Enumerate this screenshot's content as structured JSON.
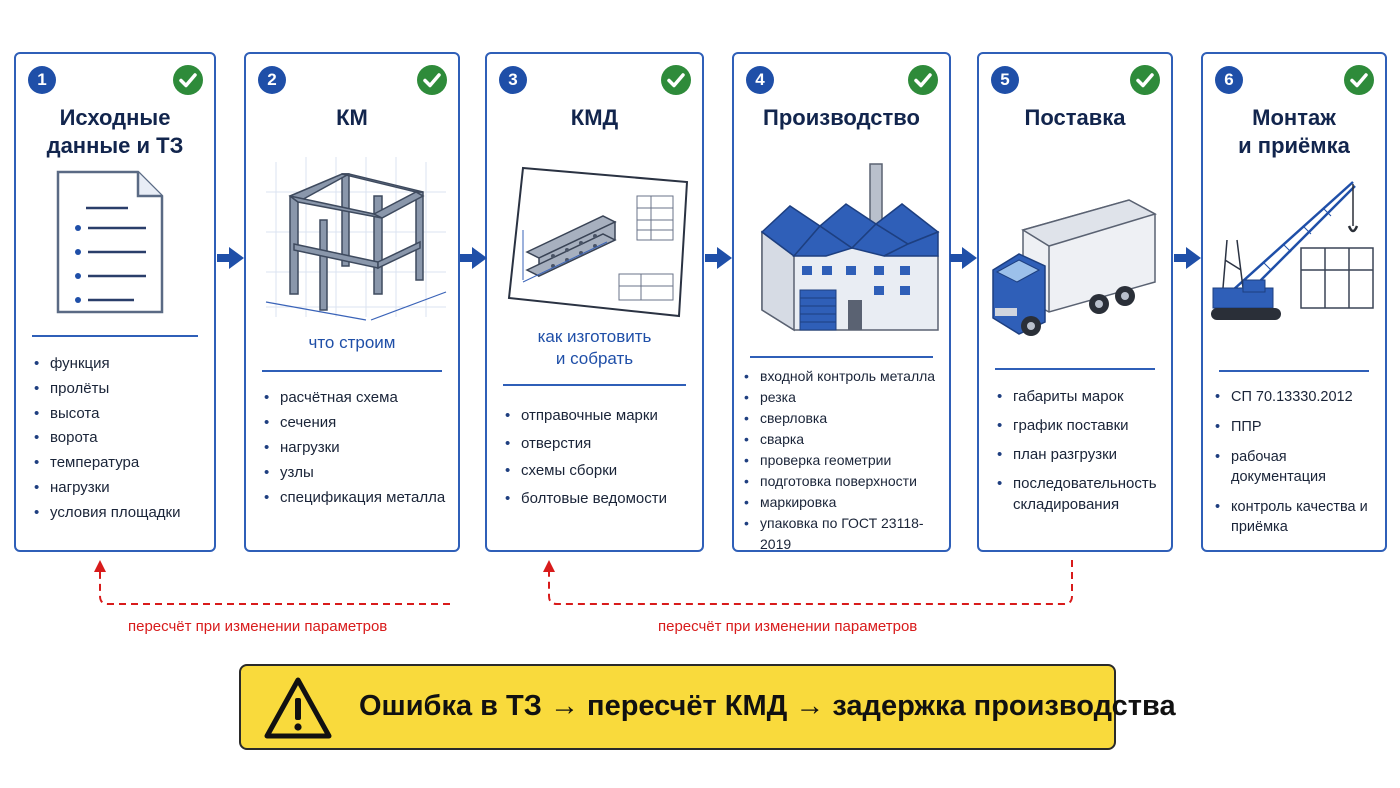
{
  "steps": [
    {
      "num": "1",
      "title_lines": [
        "Исходные",
        "данные и ТЗ"
      ],
      "subtitle": "",
      "items": [
        "функция",
        "пролёты",
        "высота",
        "ворота",
        "температура",
        "нагрузки",
        "условия площадки"
      ]
    },
    {
      "num": "2",
      "title_lines": [
        "КМ"
      ],
      "subtitle": "что строим",
      "items": [
        "расчётная схема",
        "сечения",
        "нагрузки",
        "узлы",
        "спецификация металла"
      ]
    },
    {
      "num": "3",
      "title_lines": [
        "КМД"
      ],
      "subtitle": "как изготовить и собрать",
      "subtitle_lines": [
        "как изготовить",
        "и собрать"
      ],
      "items": [
        "отправочные марки",
        "отверстия",
        "схемы сборки",
        "болтовые ведомости"
      ]
    },
    {
      "num": "4",
      "title_lines": [
        "Производство"
      ],
      "subtitle": "",
      "items": [
        "входной контроль металла",
        "резка",
        "сверловка",
        "сварка",
        "проверка геометрии",
        "подготовка поверхности",
        "маркировка",
        "упаковка по ГОСТ 23118-2019"
      ]
    },
    {
      "num": "5",
      "title_lines": [
        "Поставка"
      ],
      "subtitle": "",
      "items": [
        "габариты марок",
        "график поставки",
        "план разгрузки",
        "последовательность складирования"
      ]
    },
    {
      "num": "6",
      "title_lines": [
        "Монтаж",
        "и приёмка"
      ],
      "subtitle": "",
      "items": [
        "СП 70.13330.2012",
        "ППР",
        "рабочая документация",
        "контроль качества и приёмка"
      ]
    }
  ],
  "feedback": {
    "left_label": "пересчёт при изменении параметров",
    "right_label": "пересчёт при изменении параметров"
  },
  "warning": {
    "text": "Ошибка в ТЗ → пересчёт КМД → задержка производства"
  },
  "colors": {
    "primary": "#2f5fb8",
    "check": "#2e8b3a",
    "dashed": "#d81b1b",
    "warning_bg": "#f9da3c"
  }
}
